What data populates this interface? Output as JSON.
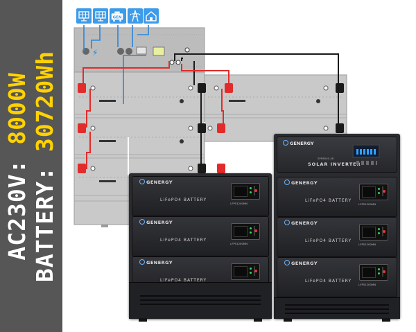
{
  "banner": {
    "line1_label": "AC230V: ",
    "line1_value": "8000W",
    "line2_label": "BATTERY: ",
    "line2_value": "30720Wh",
    "colors": {
      "background": "#565656",
      "label": "#ffffff",
      "value": "#ffd200"
    }
  },
  "icons": [
    {
      "name": "solar-panel-icon"
    },
    {
      "name": "solar-panel-icon"
    },
    {
      "name": "generator-icon",
      "label": "GEN"
    },
    {
      "name": "power-grid-icon"
    },
    {
      "name": "home-icon"
    }
  ],
  "inverter": {
    "brand": "GENERGY",
    "model": "SPR8000-48",
    "title": "SOLAR INVERTER"
  },
  "battery_module": {
    "brand": "GENERGY",
    "product": "LiFePO4 BATTERY",
    "model": "LFP51200MN"
  },
  "wire_colors": {
    "positive": "#e22b2b",
    "negative": "#1a1a1a",
    "comm": "#2a86d8",
    "ac": "#ffffff"
  }
}
